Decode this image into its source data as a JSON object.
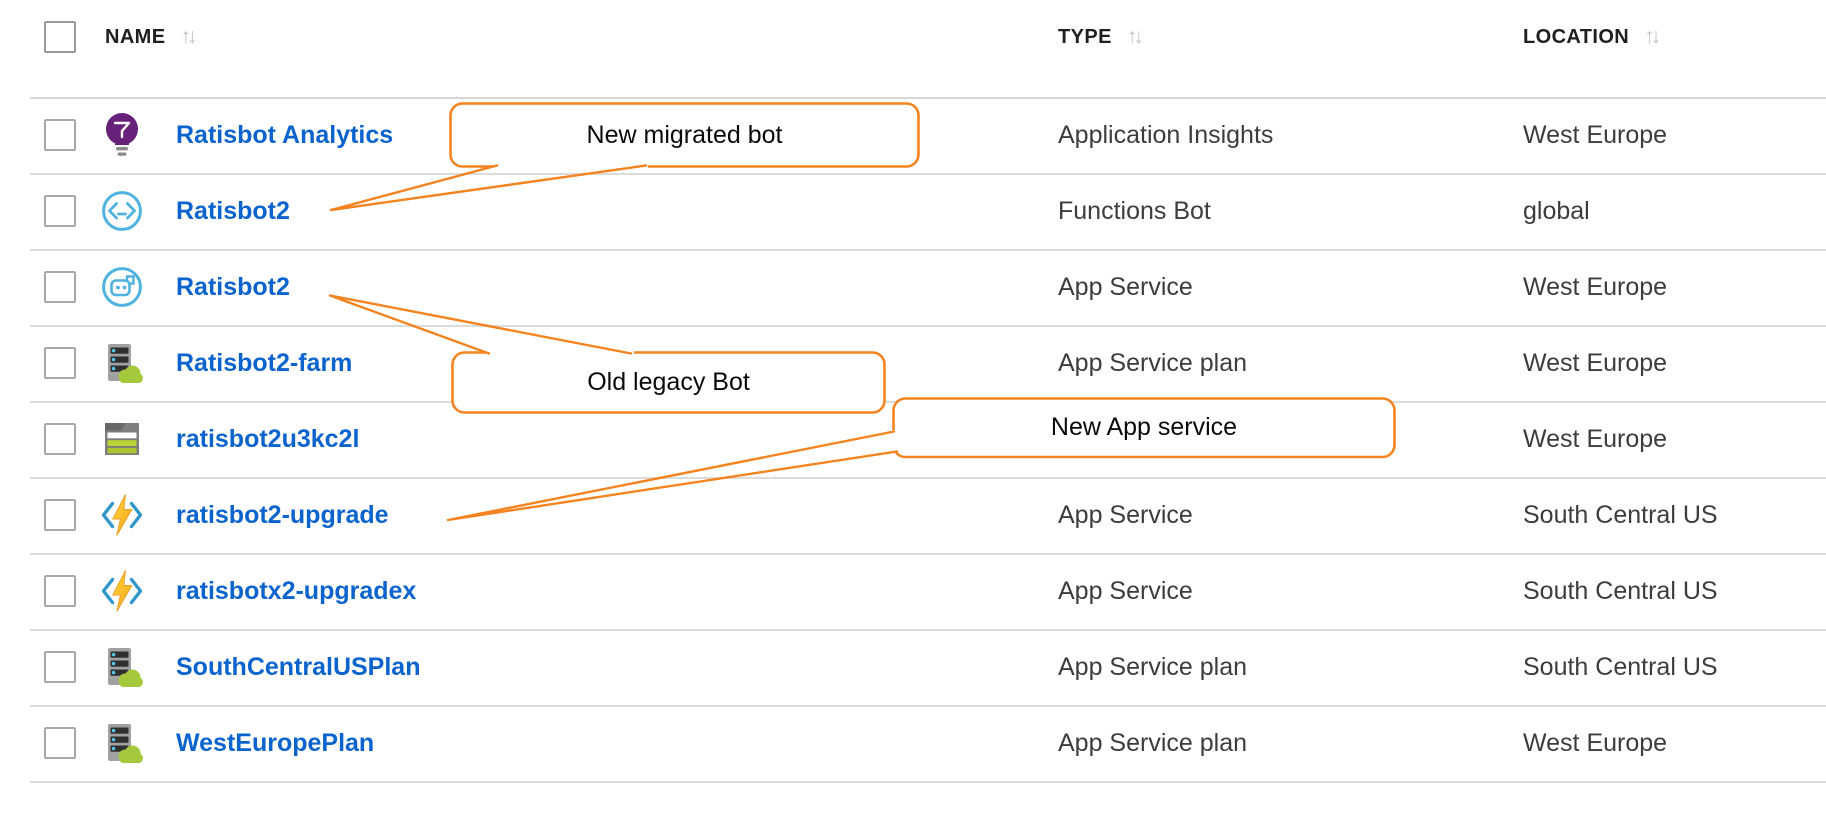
{
  "header": {
    "columns": [
      {
        "label": "NAME"
      },
      {
        "label": "TYPE"
      },
      {
        "label": "LOCATION"
      }
    ],
    "sort_icon": "↑↓"
  },
  "table": {
    "rows": [
      {
        "name": "Ratisbot Analytics",
        "type": "Application Insights",
        "location": "West Europe",
        "icon": "application-insights-icon"
      },
      {
        "name": "Ratisbot2",
        "type": "Functions Bot",
        "location": "global",
        "icon": "functions-bot-icon"
      },
      {
        "name": "Ratisbot2",
        "type": "App Service",
        "location": "West Europe",
        "icon": "bot-service-icon"
      },
      {
        "name": "Ratisbot2-farm",
        "type": "App Service plan",
        "location": "West Europe",
        "icon": "app-service-plan-icon"
      },
      {
        "name": "ratisbot2u3kc2l",
        "type": "",
        "location": "West Europe",
        "icon": "web-app-icon"
      },
      {
        "name": "ratisbot2-upgrade",
        "type": "App Service",
        "location": "South Central US",
        "icon": "function-app-icon"
      },
      {
        "name": "ratisbotx2-upgradex",
        "type": "App Service",
        "location": "South Central US",
        "icon": "function-app-icon"
      },
      {
        "name": "SouthCentralUSPlan",
        "type": "App Service plan",
        "location": "South Central US",
        "icon": "app-service-plan-icon"
      },
      {
        "name": "WestEuropePlan",
        "type": "App Service plan",
        "location": "West Europe",
        "icon": "app-service-plan-icon"
      }
    ]
  },
  "annotations": [
    {
      "label": "New migrated bot",
      "points_to": "Ratisbot2 (Functions Bot)"
    },
    {
      "label": "Old legacy Bot",
      "points_to": "Ratisbot2 (App Service)"
    },
    {
      "label": "New App service",
      "points_to": "ratisbot2-upgrade"
    }
  ],
  "colors": {
    "annotation_orange": "#F5831F",
    "link_blue": "#0B63CE"
  }
}
